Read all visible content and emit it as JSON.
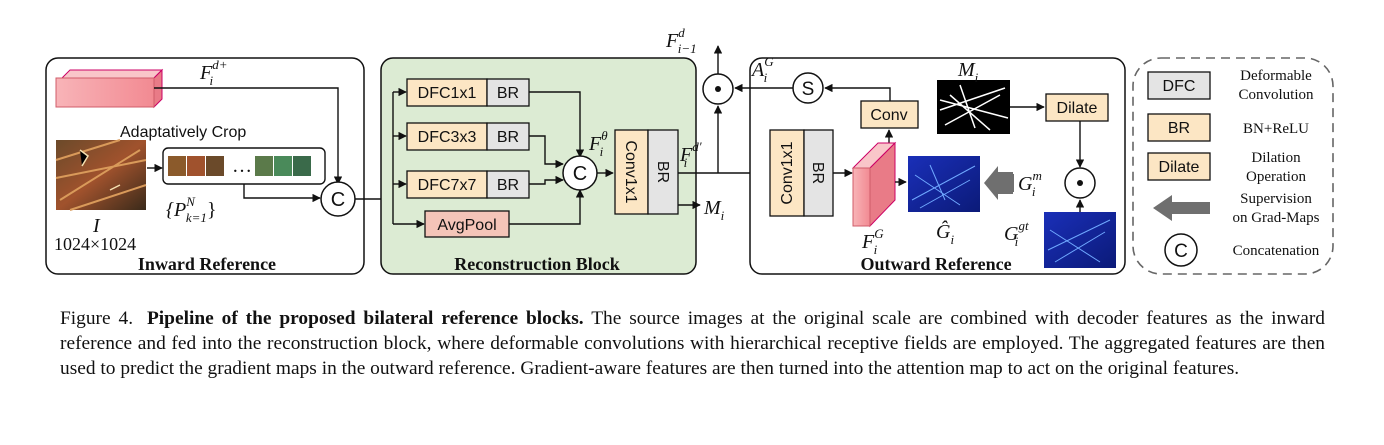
{
  "panels": {
    "inward": "Inward Reference",
    "reconstruction": "Reconstruction Block",
    "outward": "Outward Reference"
  },
  "inward": {
    "crop_label": "Adaptatively Crop",
    "feature_label": "F",
    "feature_sup": "d+",
    "feature_sub": "i",
    "image_symbol": "I",
    "image_size": "1024×1024",
    "patches_label": "{P",
    "patches_sup": "N",
    "patches_sub": "k=1",
    "patches_close": "}",
    "ellipsis": "…",
    "concat": "C"
  },
  "reconstruction": {
    "dfc_blocks": [
      "DFC1x1",
      "DFC3x3",
      "DFC7x7"
    ],
    "br": "BR",
    "avgpool": "AvgPool",
    "concat": "C",
    "conv": "Conv1x1",
    "theta_label": "F",
    "theta_sup": "θ",
    "theta_sub": "i",
    "dprime_label": "F",
    "dprime_sup": "d′",
    "dprime_sub": "i",
    "mask_out": "M",
    "mask_sub": "i"
  },
  "top": {
    "dm1_label": "F",
    "dm1_sup": "d",
    "dm1_sub": "i−1",
    "dot": "·"
  },
  "outward": {
    "attn_label": "A",
    "attn_sup": "G",
    "attn_sub": "i",
    "sigmoid": "S",
    "conv": "Conv",
    "conv1x1": "Conv1x1",
    "br": "BR",
    "mask_label": "M",
    "mask_sub": "i",
    "dilate": "Dilate",
    "fg_label": "F",
    "fg_sup": "G",
    "fg_sub": "i",
    "ghat_label": "Ĝ",
    "ghat_sub": "i",
    "gm_label": "G",
    "gm_sup": "m",
    "gm_sub": "i",
    "ggt_label": "G",
    "ggt_sup": "gt",
    "ggt_sub": "i",
    "dot": "·"
  },
  "legend": {
    "dfc": "DFC",
    "dfc_desc_1": "Deformable",
    "dfc_desc_2": "Convolution",
    "br": "BR",
    "br_desc": "BN+ReLU",
    "dilate": "Dilate",
    "dilate_desc_1": "Dilation",
    "dilate_desc_2": "Operation",
    "sup_desc_1": "Supervision",
    "sup_desc_2": "on Grad-Maps",
    "concat": "C",
    "concat_desc": "Concatenation"
  },
  "caption": {
    "fig": "Figure 4.",
    "title": "Pipeline of the proposed bilateral reference blocks.",
    "body": "The source images at the original scale are combined with decoder features as the inward reference and fed into the reconstruction block, where deformable convolutions with hierarchical receptive fields are employed. The aggregated features are then used to predict the gradient maps in the outward reference. Gradient-aware features are then turned into the attention map to act on the original features."
  },
  "colors": {
    "reconstruction_bg": "#dcebd3",
    "dfc_fill": "#fce6c4",
    "br_fill": "#e4e4e4",
    "avgpool_fill": "#f4c4b8",
    "feature_fill": "#f6a9ad",
    "grad_blue": "#1b2fbf"
  }
}
